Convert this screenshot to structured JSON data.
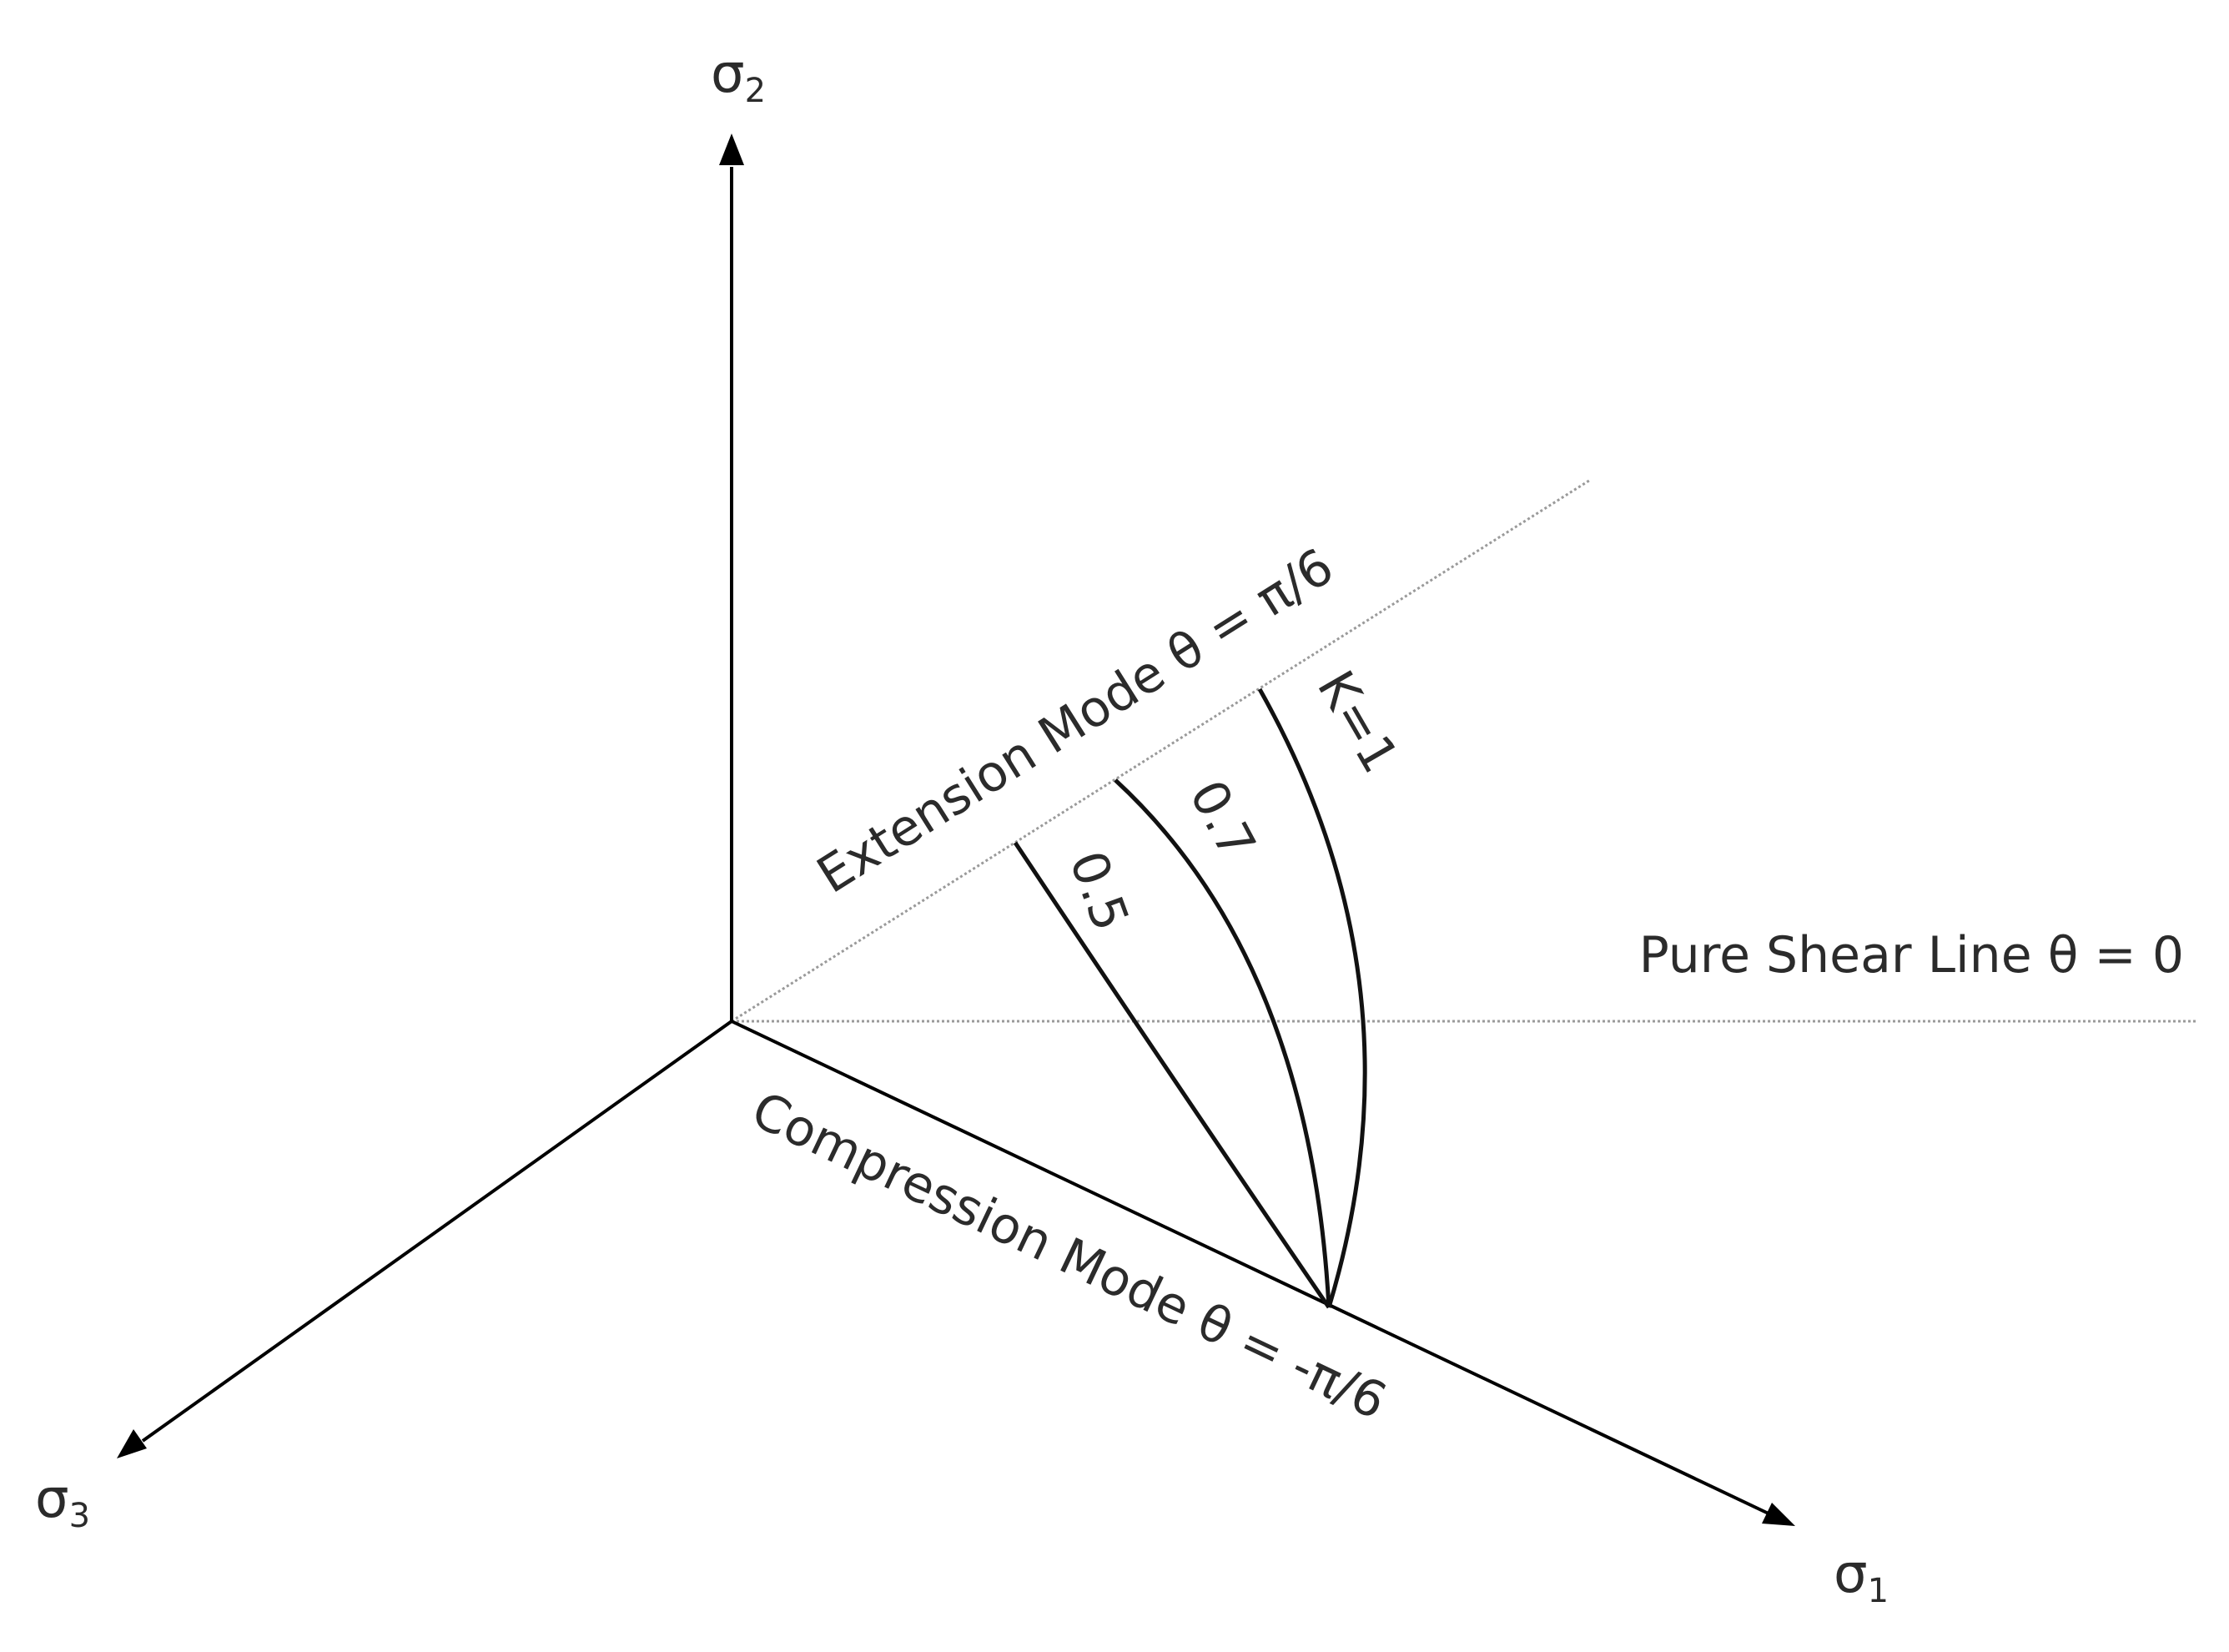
{
  "axes": {
    "sigma2": {
      "symbol": "σ",
      "subscript": "2"
    },
    "sigma1": {
      "symbol": "σ",
      "subscript": "1"
    },
    "sigma3": {
      "symbol": "σ",
      "subscript": "3"
    }
  },
  "lines": {
    "extension_label": "Extension Mode θ = π/6",
    "pure_shear_label": "Pure Shear Line θ = 0",
    "compression_label": "Compression Mode θ = -π/6"
  },
  "curves": [
    {
      "label": "0.5"
    },
    {
      "label": "0.7"
    },
    {
      "label": "K=1"
    }
  ],
  "colors": {
    "axis": "#000000",
    "curve": "#111111",
    "reference_line": "#9a9a9a",
    "text": "#2b2b2b"
  }
}
